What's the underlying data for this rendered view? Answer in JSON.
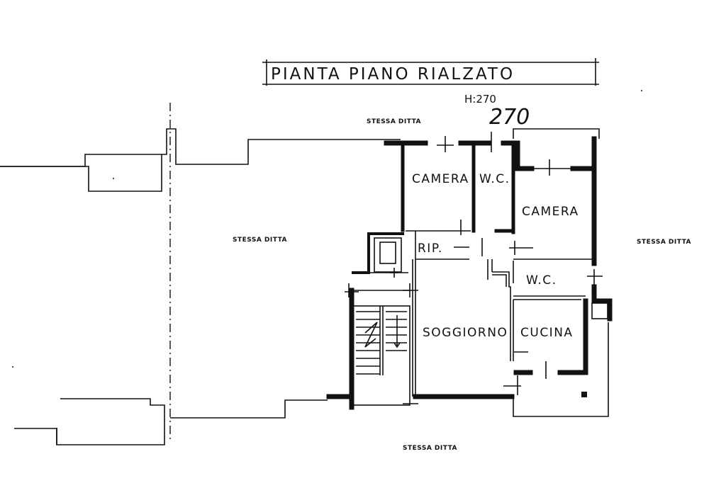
{
  "title": "PIANTA PIANO RIALZATO",
  "height_note": "H:270",
  "height_handwritten": "270",
  "rooms": {
    "camera_1": "CAMERA",
    "wc_1": "W.C.",
    "camera_2": "CAMERA",
    "rip": "RIP.",
    "wc_2": "W.C.",
    "soggiorno": "SOGGIORNO",
    "cucina": "CUCINA"
  },
  "neighbors": {
    "top": "STESSA DITTA",
    "left": "STESSA DITTA",
    "right": "STESSA DITTA",
    "bottom": "STESSA DITTA"
  }
}
